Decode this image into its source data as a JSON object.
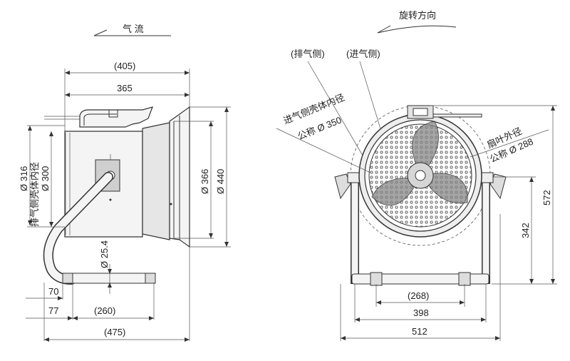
{
  "side_view": {
    "airflow_label": "气 流",
    "dim_405": "(405)",
    "dim_365": "365",
    "dim_316": "Ø 316",
    "dim_300": "Ø 300",
    "dim_316_300_note": "排气侧壳体内径",
    "dim_366": "Ø 366",
    "dim_440": "Ø 440",
    "dim_25_4": "Ø 25.4",
    "dim_70": "70",
    "dim_77": "77",
    "dim_260": "(260)",
    "dim_475": "(475)"
  },
  "front_view": {
    "rotation_label": "旋转方向",
    "exhaust_side": "(排气侧)",
    "intake_side": "(进气侧)",
    "intake_inner_line1": "进气侧壳体内径",
    "intake_inner_line2": "公称 Ø 350",
    "fan_outer_line1": "扇叶外径",
    "fan_outer_line2": "公称 Ø 288",
    "dim_572": "572",
    "dim_342": "342",
    "dim_268": "(268)",
    "dim_398": "398",
    "dim_512": "512"
  }
}
